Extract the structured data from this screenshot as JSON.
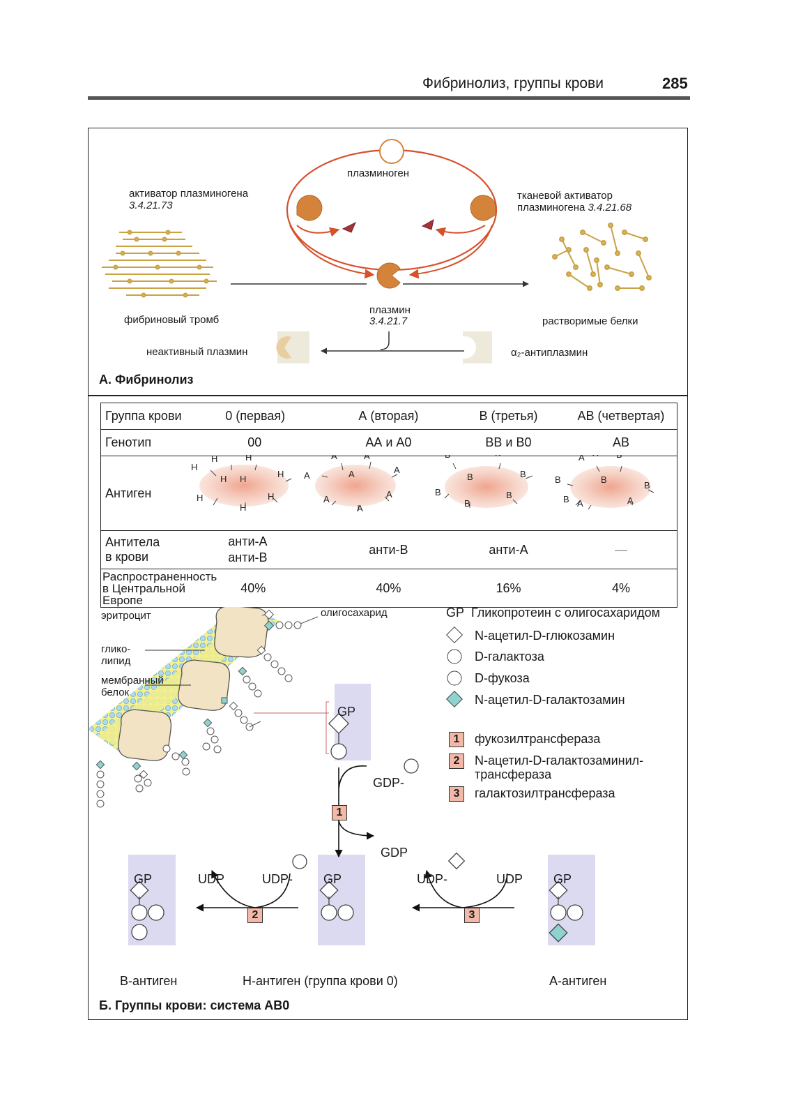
{
  "header": {
    "title": "Фибринолиз, группы крови",
    "page": "285"
  },
  "fibrinolysis": {
    "section_title": "А. Фибринолиз",
    "plasminogen": "плазминоген",
    "activator_label": "активатор плазминогена",
    "activator_ec": "3.4.21.73",
    "tissue_activator_line1": "тканевой активатор",
    "tissue_activator_line2": "плазминогена",
    "tissue_activator_ec": "3.4.21.68",
    "fibrin_clot": "фибриновый тромб",
    "plasmin": "плазмин",
    "plasmin_ec": "3.4.21.7",
    "soluble_proteins": "растворимые белки",
    "inactive_plasmin": "неактивный плазмин",
    "antiplasmin": "α₂-антиплазмин"
  },
  "blood_groups": {
    "section_title": "Б. Группы крови: система АВ0",
    "table": {
      "row_labels": {
        "group": "Группа крови",
        "genotype": "Генотип",
        "antigen": "Антиген",
        "antibodies_line1": "Антитела",
        "antibodies_line2": "в крови",
        "prevalence_line1": "Распространенность",
        "prevalence_line2": "в Центральной",
        "prevalence_line3": "Европе"
      },
      "groups": [
        "0 (первая)",
        "А (вторая)",
        "В (третья)",
        "АВ (четвертая)"
      ],
      "genotypes": [
        "00",
        "АА и А0",
        "ВВ и В0",
        "АВ"
      ],
      "antibodies": [
        "анти-А",
        "анти-В",
        "анти-В",
        "анти-А",
        "—"
      ],
      "prevalence": [
        "40%",
        "40%",
        "16%",
        "4%"
      ],
      "antigen_letters": {
        "o": "H",
        "a": "A",
        "b": "B"
      }
    },
    "diagram": {
      "erythrocyte": "эритроцит",
      "glycolipid_line1": "глико-",
      "glycolipid_line2": "липид",
      "membrane_protein_line1": "мембранный",
      "membrane_protein_line2": "белок",
      "oligosaccharide": "олигосахарид",
      "gp": "GP",
      "gdp_donor": "GDP-",
      "gdp": "GDP",
      "udp": "UDP",
      "udp_donor": "UDP-",
      "b_antigen": "В-антиген",
      "h_antigen": "Н-антиген (группа крови 0)",
      "a_antigen": "А-антиген"
    },
    "legend": {
      "gp_abbr": "GP",
      "gp_text": "Гликопротеин с олигосахаридом",
      "glcnac": "N-ацетил-D-глюкозамин",
      "gal": "D-галактоза",
      "fuc": "D-фукоза",
      "galnac": "N-ацетил-D-галактозамин",
      "enzyme1": "фукозилтрансфераза",
      "enzyme2_line1": "N-ацетил-D-галактозаминил-",
      "enzyme2_line2": "трансфераза",
      "enzyme3": "галактозилтрансфераза",
      "num1": "1",
      "num2": "2",
      "num3": "3"
    }
  },
  "colors": {
    "enzyme_orange": "#d4843a",
    "cycle_red": "#d8502a",
    "antigen_pink": "#f2c9bf",
    "gp_box": "#dcdaf0",
    "galnac_teal": "#8fd3cf",
    "membrane_yellow": "#f3ef8a",
    "membrane_blue": "#a9d8f0",
    "enzyme_box": "#f2b9a8"
  }
}
